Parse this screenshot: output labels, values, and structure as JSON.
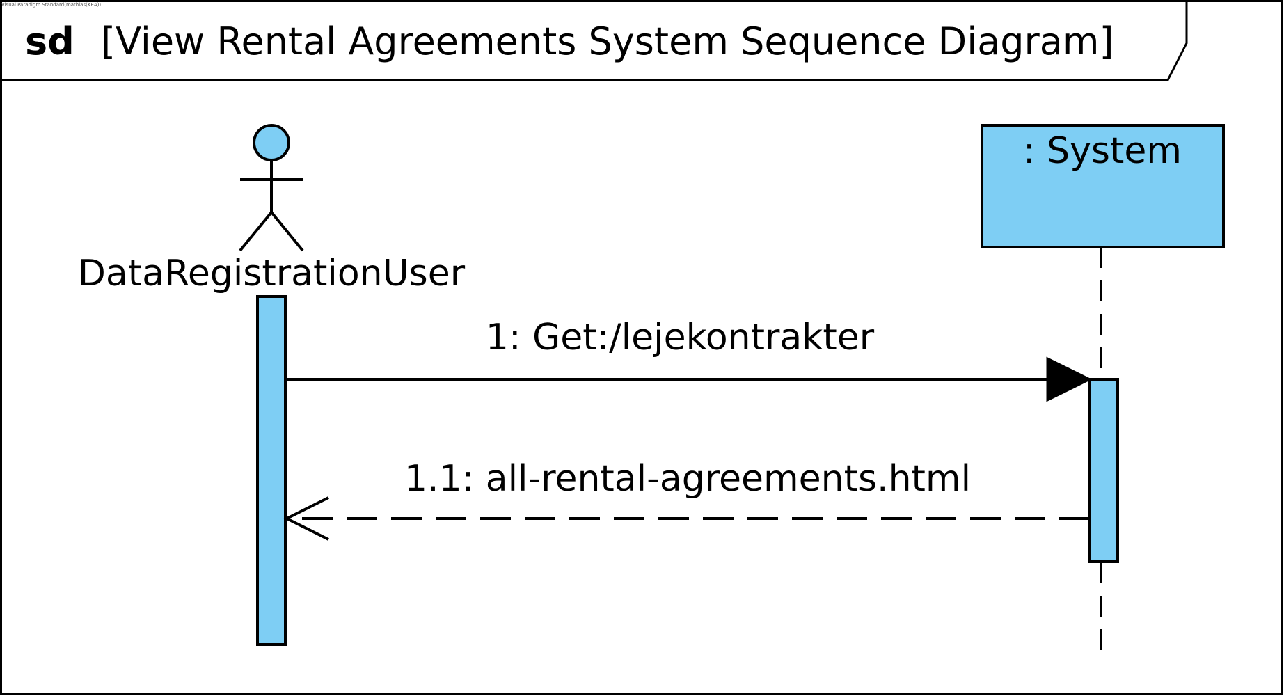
{
  "watermark": "Visual Paradigm Standard(mathias(KEA))",
  "frame": {
    "keyword": "sd",
    "title": "[View Rental Agreements System Sequence Diagram]"
  },
  "participants": {
    "actor": {
      "name": "DataRegistrationUser",
      "icon": "actor-stick-figure-icon"
    },
    "system": {
      "name": ": System"
    }
  },
  "messages": [
    {
      "label": "1: Get:/lejekontrakter",
      "kind": "synchronous-call"
    },
    {
      "label": "1.1: all-rental-agreements.html",
      "kind": "reply"
    }
  ],
  "colors": {
    "fill": "#7ecef4",
    "stroke": "#000000",
    "background": "#ffffff"
  }
}
